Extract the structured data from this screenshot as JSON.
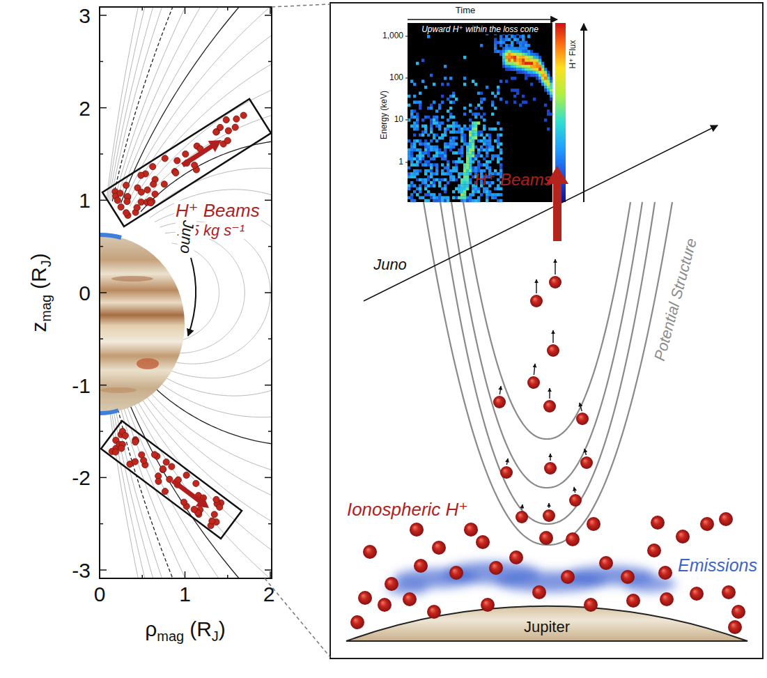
{
  "diagram": {
    "labels": [
      "3",
      "2",
      "1",
      "0",
      "-1",
      "-2",
      "-3",
      "0",
      "1",
      "2",
      "z",
      "mag",
      "(R",
      "J",
      ")",
      "ρ",
      "mag",
      "(R",
      "J",
      ")",
      "H⁺ Beams",
      "1-5 kg s⁻¹",
      "Juno",
      "Time",
      "Upward H⁺ within the loss cone",
      "Energy (keV)",
      "1,000",
      "100",
      "10",
      "1",
      "H⁺ Flux",
      "H⁺ Beams",
      "Juno",
      "Potential Structure",
      "Ionospheric H⁺",
      "Emissions",
      "Jupiter"
    ]
  }
}
